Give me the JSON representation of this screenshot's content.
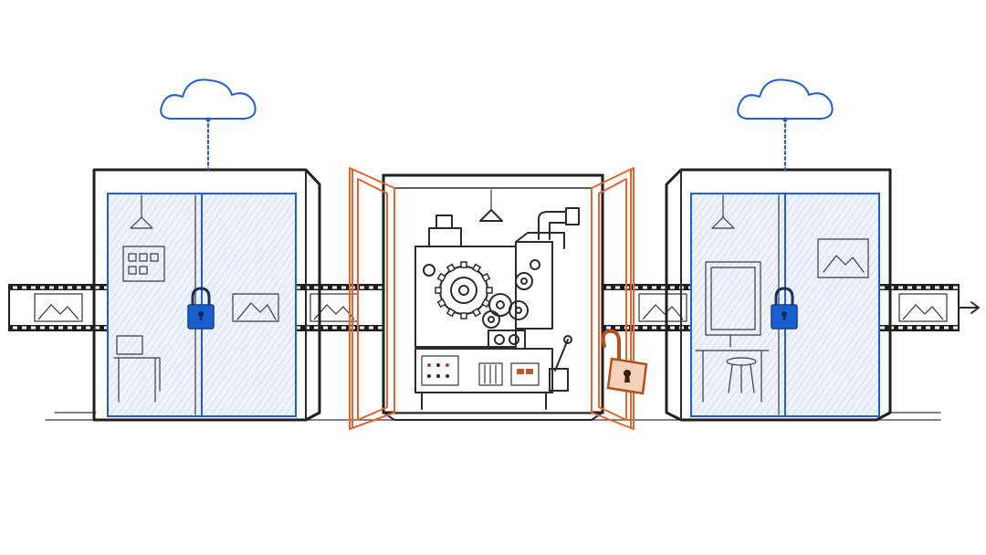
{
  "scene": {
    "buildings": [
      {
        "id": "left",
        "state": "locked",
        "contents": "office"
      },
      {
        "id": "center",
        "state": "open",
        "contents": "machinery"
      },
      {
        "id": "right",
        "state": "locked",
        "contents": "office"
      }
    ],
    "clouds": 2,
    "locks": [
      {
        "id": "left-lock",
        "state": "closed",
        "icon": "padlock-closed-icon"
      },
      {
        "id": "center-lock",
        "state": "open",
        "icon": "padlock-open-icon"
      },
      {
        "id": "right-lock",
        "state": "closed",
        "icon": "padlock-closed-icon"
      }
    ],
    "film_strip_direction": "right"
  },
  "colors": {
    "ink": "#2b2b2b",
    "secure_blue": "#1f5fd1",
    "open_orange": "#e8642a",
    "lock_fill": "#1a5fd0",
    "open_lock_fill": "#f3d2b8"
  }
}
